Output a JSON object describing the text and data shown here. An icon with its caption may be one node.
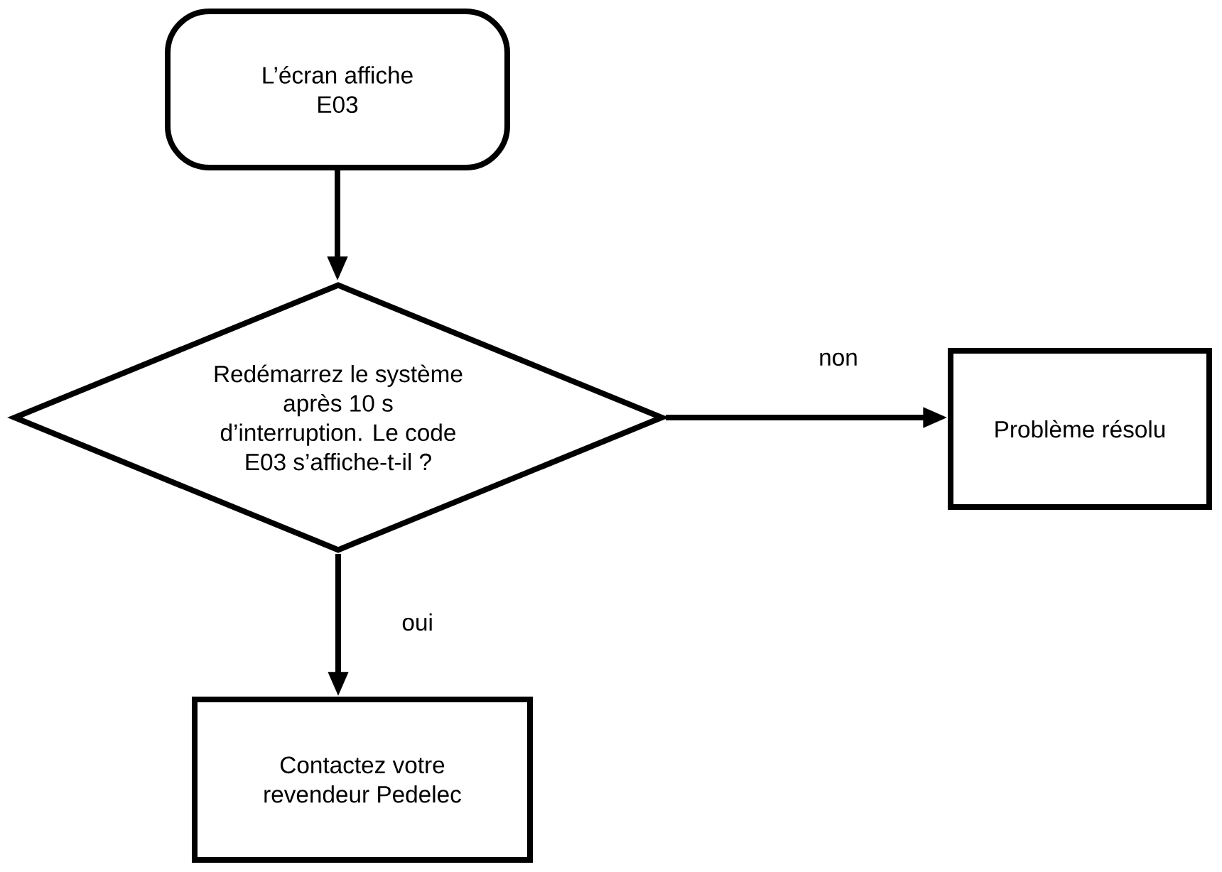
{
  "diagram": {
    "nodes": [
      {
        "text": [
          "L’écran affiche E03"
        ]
      },
      {
        "text": [
          "Redémarrez le système après 10 s d’interruption. Le code E03 s’affiche-t-il ?"
        ]
      },
      {
        "text": [
          "Problème résolu"
        ]
      },
      {
        "text": [
          "Contactez votre revendeur Pedelec"
        ]
      }
    ],
    "edges": [
      {
        "from": 0,
        "to": 1,
        "arrow": "to"
      },
      {
        "from": 1,
        "to": 2,
        "arrow": "to",
        "label": "non"
      },
      {
        "from": 1,
        "to": 3,
        "arrow": "to",
        "label": "oui"
      }
    ]
  }
}
